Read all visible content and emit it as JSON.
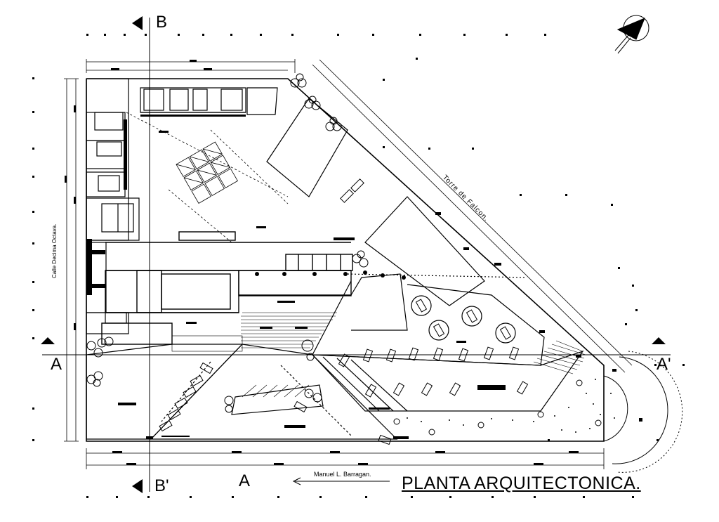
{
  "sections": {
    "b_top": "B",
    "b_bottom": "B'",
    "a_left": "A",
    "a_right": "A'",
    "a_bottom": "A"
  },
  "streets": {
    "left": "Calle Decima Octava.",
    "diagonal": "Torre de Falcon.",
    "bottom": "Manuel L. Barragan."
  },
  "title": "PLANTA ARQUITECTONICA.",
  "icons": {
    "north": "north-arrow-icon",
    "section_marker": "section-arrow-icon",
    "street_arrow": "left-arrow-icon"
  },
  "colors": {
    "line": "#000000",
    "background": "#ffffff"
  }
}
